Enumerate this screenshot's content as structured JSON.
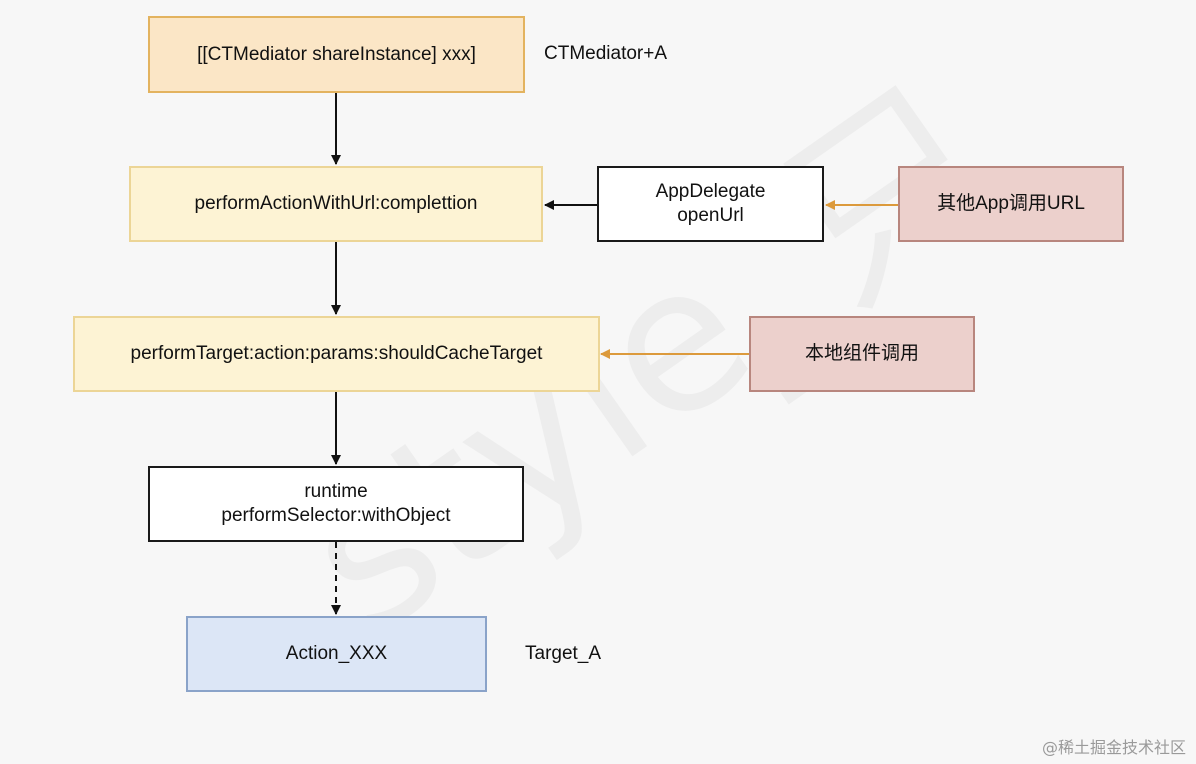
{
  "nodes": {
    "mediator_call": "[[CTMediator  shareInstance] xxx]",
    "perform_action_url": "performActionWithUrl:complettion",
    "app_delegate": "AppDelegate\nopenUrl",
    "other_app_url": "其他App调用URL",
    "perform_target": "performTarget:action:params:shouldCacheTarget",
    "local_component": "本地组件调用",
    "runtime_selector": "runtime\nperformSelector:withObject",
    "action_xxx": "Action_XXX"
  },
  "labels": {
    "ctmediator_a": "CTMediator+A",
    "target_a": "Target_A"
  },
  "watermark": {
    "corner": "@稀土掘金技术社区",
    "background": "style_只"
  },
  "colors": {
    "arrow_black": "#111111",
    "arrow_orange": "#dc9a3c"
  }
}
